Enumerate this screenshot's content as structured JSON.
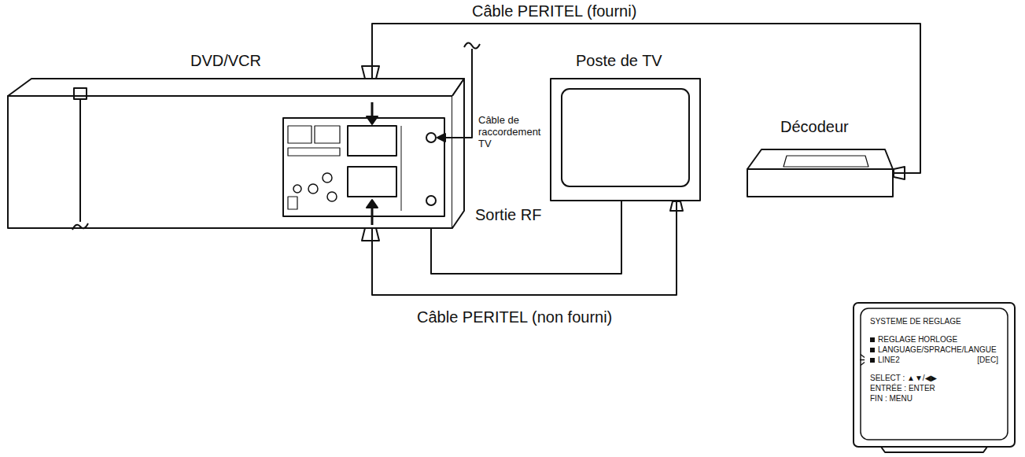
{
  "diagram": {
    "nodes": [
      {
        "text": [
          "DVD/VCR"
        ]
      },
      {
        "text": [
          "Poste de TV"
        ]
      },
      {
        "text": [
          "Décodeur"
        ]
      },
      {
        "text": [
          "SYSTEME DE REGLAGE",
          "REGLAGE HORLOGE",
          "LANGUAGE/SPRACHE/LANGUE",
          "LINE2",
          "[DEC]",
          "SELECT : ▲▼/◀▶",
          "ENTRÉE : ENTER",
          "FIN : MENU"
        ]
      }
    ],
    "edges": [
      {
        "from": 0,
        "to": 2,
        "arrow": "none",
        "label": "Câble PERITEL (fourni)"
      },
      {
        "from": 0,
        "to": 1,
        "arrow": "none",
        "label": "Câble PERITEL (non fourni)"
      },
      {
        "from": 0,
        "to": 1,
        "arrow": "none"
      }
    ],
    "labels": [
      "Câble de raccordement TV",
      "Sortie RF"
    ]
  }
}
